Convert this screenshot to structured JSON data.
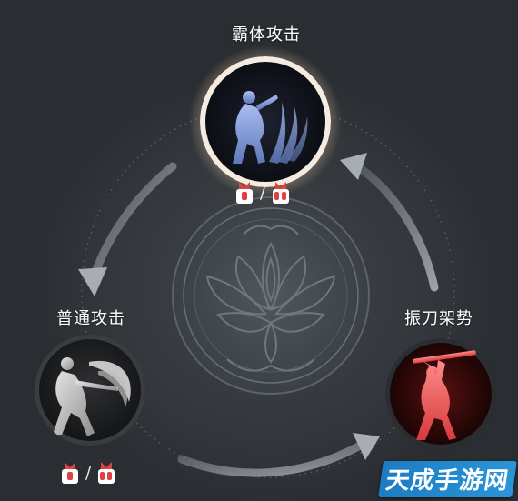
{
  "skills": {
    "top": {
      "name": "霸体攻击",
      "accent": "#8aa6e0"
    },
    "left": {
      "name": "普通攻击",
      "accent": "#c8c8c8"
    },
    "right": {
      "name": "振刀架势",
      "accent": "#e85a5a"
    }
  },
  "counters": {
    "top": {
      "separator": "/"
    },
    "left": {
      "separator": "/"
    },
    "right": {
      "separator": "/"
    }
  },
  "watermark": {
    "text": "天成手游网"
  },
  "icons": [
    "counter-fist-icon",
    "cycle-arrow-icon",
    "lotus-emblem-icon",
    "skill-silhouette-icon"
  ]
}
